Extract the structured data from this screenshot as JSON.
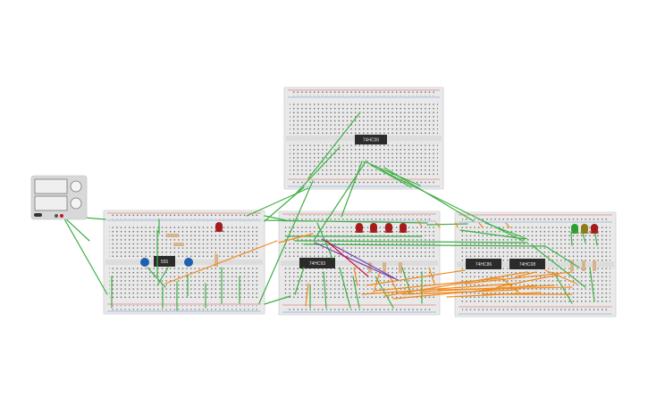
{
  "canvas": {
    "background": "#ffffff"
  },
  "colors": {
    "breadboard": "#e9e9e9",
    "breadboard_edge": "#cfcfcf",
    "hole": "#5a5a5a",
    "rail_red": "#d9534f",
    "rail_blue": "#6b8fd6",
    "wire_green": "#3cb043",
    "wire_orange": "#f08a1c",
    "wire_purple": "#7a3fb0",
    "wire_red": "#c8102e",
    "chip": "#2b2b2b",
    "led_red": "#a61b1b",
    "led_green": "#2e9e2e",
    "led_yellow": "#8f7a1c",
    "capacitor": "#1f5fb0",
    "power_supply": "#d8d8d8"
  },
  "power_supply": {
    "name": "power-supply",
    "screens": 2,
    "knobs": 2
  },
  "breadboards": [
    {
      "name": "breadboard-top"
    },
    {
      "name": "breadboard-left"
    },
    {
      "name": "breadboard-middle"
    },
    {
      "name": "breadboard-right"
    }
  ],
  "chips": [
    {
      "name": "chip-74hc00",
      "label": "74HC00"
    },
    {
      "name": "chip-555",
      "label": "555"
    },
    {
      "name": "chip-74hc93",
      "label": "74HC93"
    },
    {
      "name": "chip-74hc86",
      "label": "74HC86"
    },
    {
      "name": "chip-74hc08",
      "label": "74HC08"
    }
  ],
  "leds": [
    {
      "name": "led-left",
      "color": "#a61b1b"
    },
    {
      "name": "led-mid-1",
      "color": "#a61b1b"
    },
    {
      "name": "led-mid-2",
      "color": "#a61b1b"
    },
    {
      "name": "led-mid-3",
      "color": "#a61b1b"
    },
    {
      "name": "led-mid-4",
      "color": "#a61b1b"
    },
    {
      "name": "led-right-green",
      "color": "#2e9e2e"
    },
    {
      "name": "led-right-yellow",
      "color": "#8f7a1c"
    },
    {
      "name": "led-right-red",
      "color": "#a61b1b"
    }
  ]
}
